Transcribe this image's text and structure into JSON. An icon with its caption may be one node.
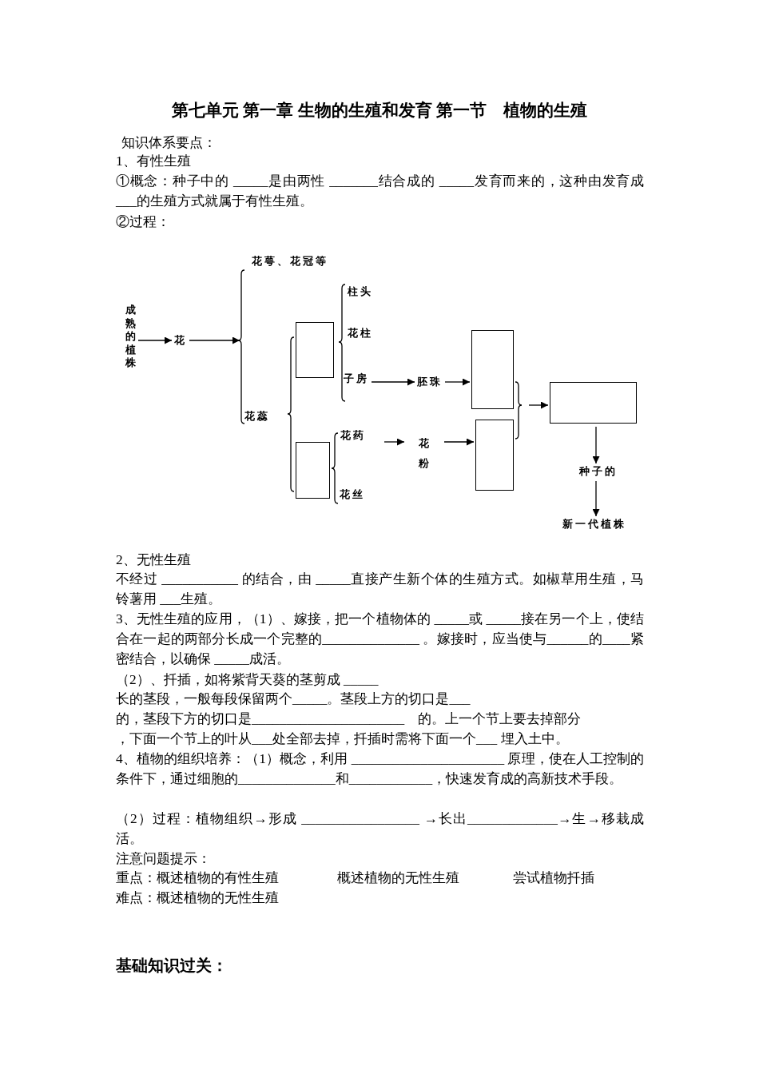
{
  "diagram": {
    "title": "第七单元 第一章 生物的生殖和发育 第一节　植物的生殖",
    "nodes": [
      {
        "text": [
          "成熟的植株"
        ]
      },
      {
        "text": [
          "花"
        ]
      },
      {
        "text": [
          "花萼、花冠等"
        ]
      },
      {
        "text": [
          "花蕊"
        ]
      },
      {
        "text": [],
        "shape": "box"
      },
      {
        "text": [
          "柱头"
        ]
      },
      {
        "text": [
          "花柱"
        ]
      },
      {
        "text": [
          "子房"
        ]
      },
      {
        "text": [],
        "shape": "box"
      },
      {
        "text": [
          "花药"
        ]
      },
      {
        "text": [
          "花丝"
        ]
      },
      {
        "text": [
          "胚珠"
        ]
      },
      {
        "text": [
          "花粉"
        ]
      },
      {
        "text": [],
        "shape": "box"
      },
      {
        "text": [],
        "shape": "box"
      },
      {
        "text": [],
        "shape": "box"
      },
      {
        "text": [
          "种子的"
        ]
      },
      {
        "text": [
          "新一代植株"
        ]
      }
    ],
    "edges": [
      {
        "from": 0,
        "to": 1,
        "arrow": "to"
      },
      {
        "from": 1,
        "to": null,
        "arrow": "to"
      },
      {
        "from": 7,
        "to": 11,
        "arrow": "to"
      },
      {
        "from": 11,
        "to": 13,
        "arrow": "to"
      },
      {
        "from": 9,
        "to": 12,
        "arrow": "to"
      },
      {
        "from": 12,
        "to": 14,
        "arrow": "to"
      },
      {
        "from": null,
        "to": 15,
        "arrow": "to"
      },
      {
        "from": 15,
        "to": 16,
        "arrow": "to"
      },
      {
        "from": 16,
        "to": 17,
        "arrow": "to"
      }
    ],
    "labels": [
      "知识体系要点：",
      "1、有性生殖",
      "①概念：种子中的 _____是由两性 _______结合成的 _____发育而来的，这种由发育成___的生殖方式就属于有性生殖。",
      "②过程：",
      "2、无性生殖",
      "不经过 ___________ 的结合，由 _____直接产生新个体的生殖方式。如椒草用生殖，马铃薯用 ___生殖。",
      "3、无性生殖的应用，（1）、嫁接，把一个植物体的 _____或 _____接在另一个上，使结合在一起的两部分长成一个完整的______________ 。嫁接时，应当使与______的____紧密结合，以确保 _____成活。",
      "（2）、扦插，如将紫背天葵的茎剪成 _____",
      "长的茎段，一般每段保留两个_____。茎段上方的切口是___",
      "的，茎段下方的切口是______________________　的。上一个节上要去掉部分",
      "，下面一个节上的叶从___处全部去掉，扦插时需将下面一个___ 埋入土中。",
      "4、植物的组织培养：（1）概念，利用 ______________________ 原理，使在人工控制的条件下，通过细胞的______________和____________，快速发育成的高新技术手段。",
      "（2）过程：植物组织→形成 _________________ →长出_____________→生→移栽成活。",
      "注意问题提示：",
      "重点：概述植物的有性生殖",
      "概述植物的无性生殖",
      "尝试植物扦插",
      "难点：概述植物的无性生殖",
      "基础知识过关："
    ]
  }
}
